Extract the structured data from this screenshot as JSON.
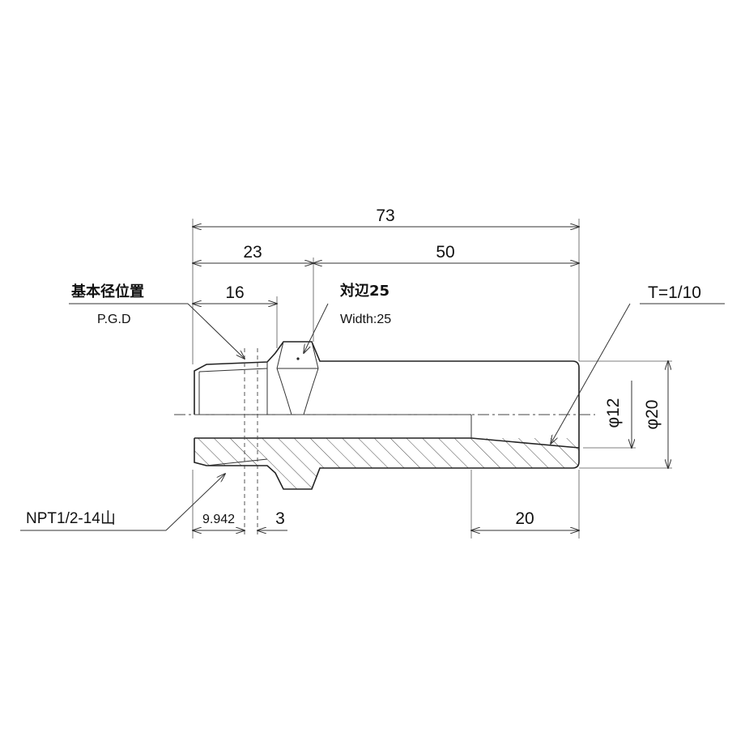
{
  "dimensions": {
    "overall_length": "73",
    "hex_section_length": "23",
    "body_length": "50",
    "gauge_length": "16",
    "hex_width_jp": "対辺25",
    "hex_width_en": "Width:25",
    "taper": "T=1/10",
    "bore_diameter": "φ12",
    "outer_diameter": "φ20",
    "gauge_offset": "9.942",
    "relief_length": "3",
    "taper_length": "20"
  },
  "labels": {
    "pgd_jp": "基本径位置",
    "pgd_en": "P.G.D",
    "thread": "NPT1/2-14山"
  }
}
